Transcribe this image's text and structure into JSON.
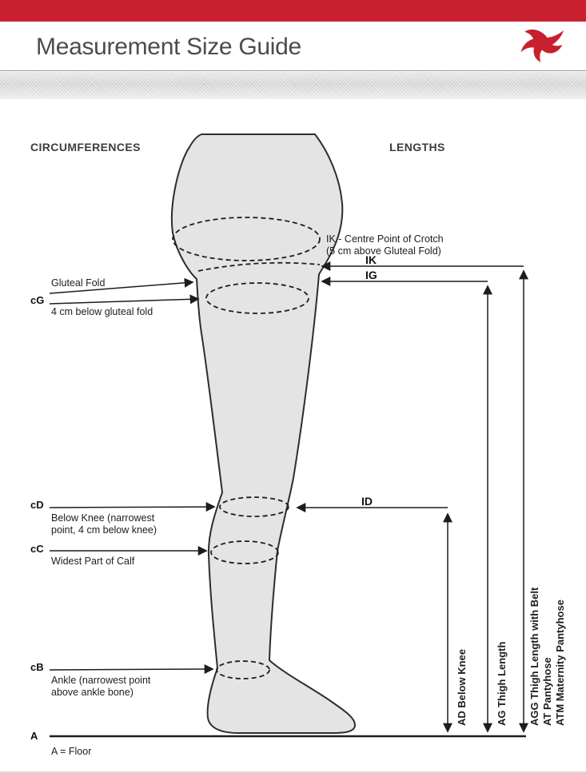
{
  "header": {
    "title": "Measurement Size Guide",
    "logo_icon": "swallow-bird-icon"
  },
  "diagram": {
    "circumferences_heading": "CIRCUMFERENCES",
    "lengths_heading": "LENGTHS",
    "cg": {
      "code": "cG",
      "label_top": "Gluteal Fold",
      "label_bottom": "4 cm below gluteal fold"
    },
    "cd": {
      "code": "cD",
      "label": "Below Knee (narrowest point, 4 cm below knee)"
    },
    "cc": {
      "code": "cC",
      "label": "Widest Part of Calf"
    },
    "cb": {
      "code": "cB",
      "label": "Ankle (narrowest point above ankle bone)"
    },
    "floor": {
      "code": "A",
      "label": "A = Floor"
    },
    "ik": {
      "code": "IK",
      "note_line1": "IK - Centre Point of Crotch",
      "note_line2": "(5 cm above Gluteal Fold)"
    },
    "ig": {
      "code": "IG"
    },
    "id": {
      "code": "ID"
    },
    "vertical_labels": {
      "ad": "AD Below Knee",
      "ag": "AG Thigh Length",
      "agg": "AGG Thigh Length with Belt",
      "at": "AT Pantyhose",
      "atm": "ATM Maternity Pantyhose"
    },
    "colors": {
      "accent_red": "#c8202f",
      "leg_fill": "#e4e4e4",
      "line_color": "#1d1d1d"
    }
  }
}
